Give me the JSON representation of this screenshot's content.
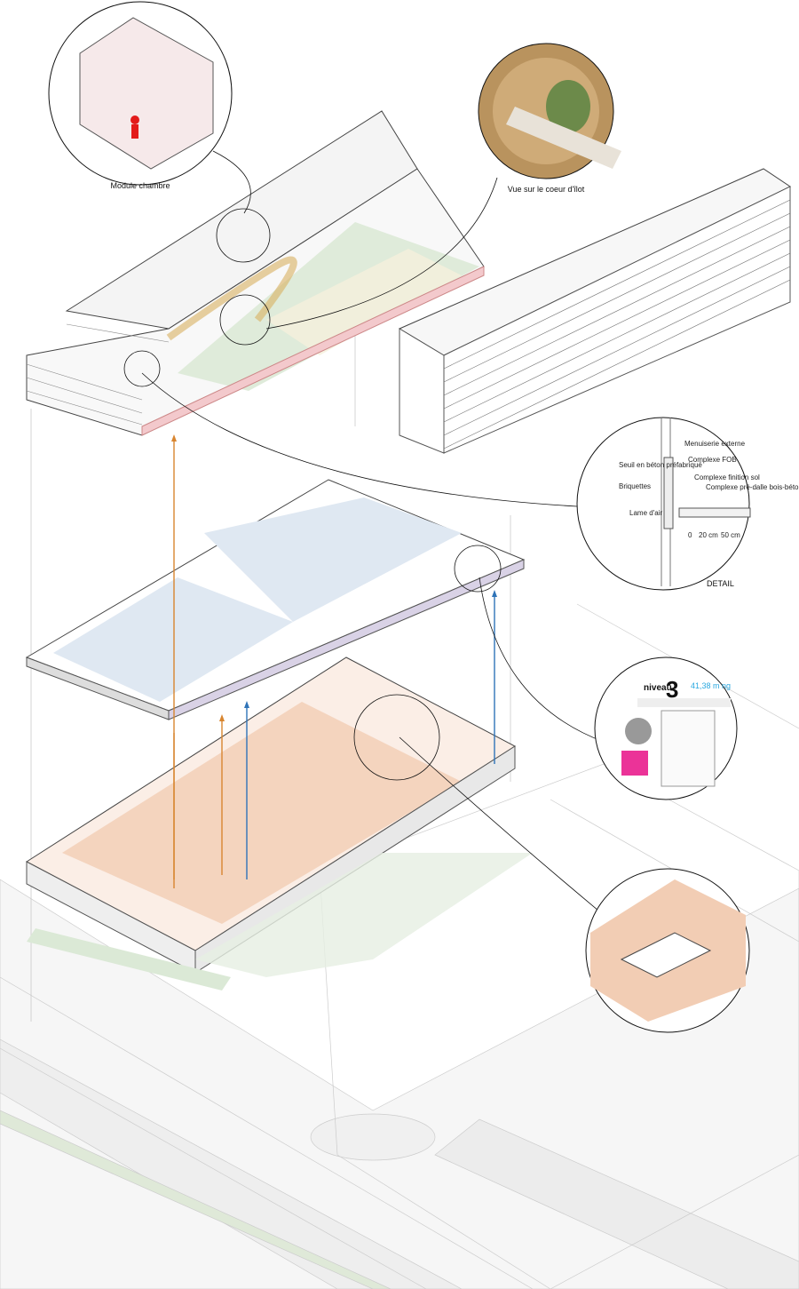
{
  "callouts": {
    "module": {
      "caption": "Module chambre"
    },
    "view": {
      "caption": "Vue sur le coeur d'îlot"
    },
    "detail": {
      "title": "DETAIL",
      "labels": [
        "Menuiserie externe",
        "Complexe FOB",
        "Seuil en béton préfabriqué",
        "Briquettes",
        "Complexe finition sol",
        "Complexe pré-dalle bois-béton",
        "Lame d'air"
      ],
      "scale": [
        "0",
        "20 cm",
        "50 cm"
      ]
    },
    "level": {
      "word": "niveau",
      "number": "3",
      "altitude": "41,38 m ng"
    }
  },
  "colors": {
    "circulation_orange": "#d8852f",
    "circulation_blue": "#2f74b8",
    "green_floor": "#dbe9d6",
    "blue_floor": "#dfe8f2",
    "orange_floor": "#f2cdb4",
    "pink_edge": "#f3c9cc",
    "magenta_text": "#e6007e",
    "cyan_text": "#29a8e0"
  }
}
